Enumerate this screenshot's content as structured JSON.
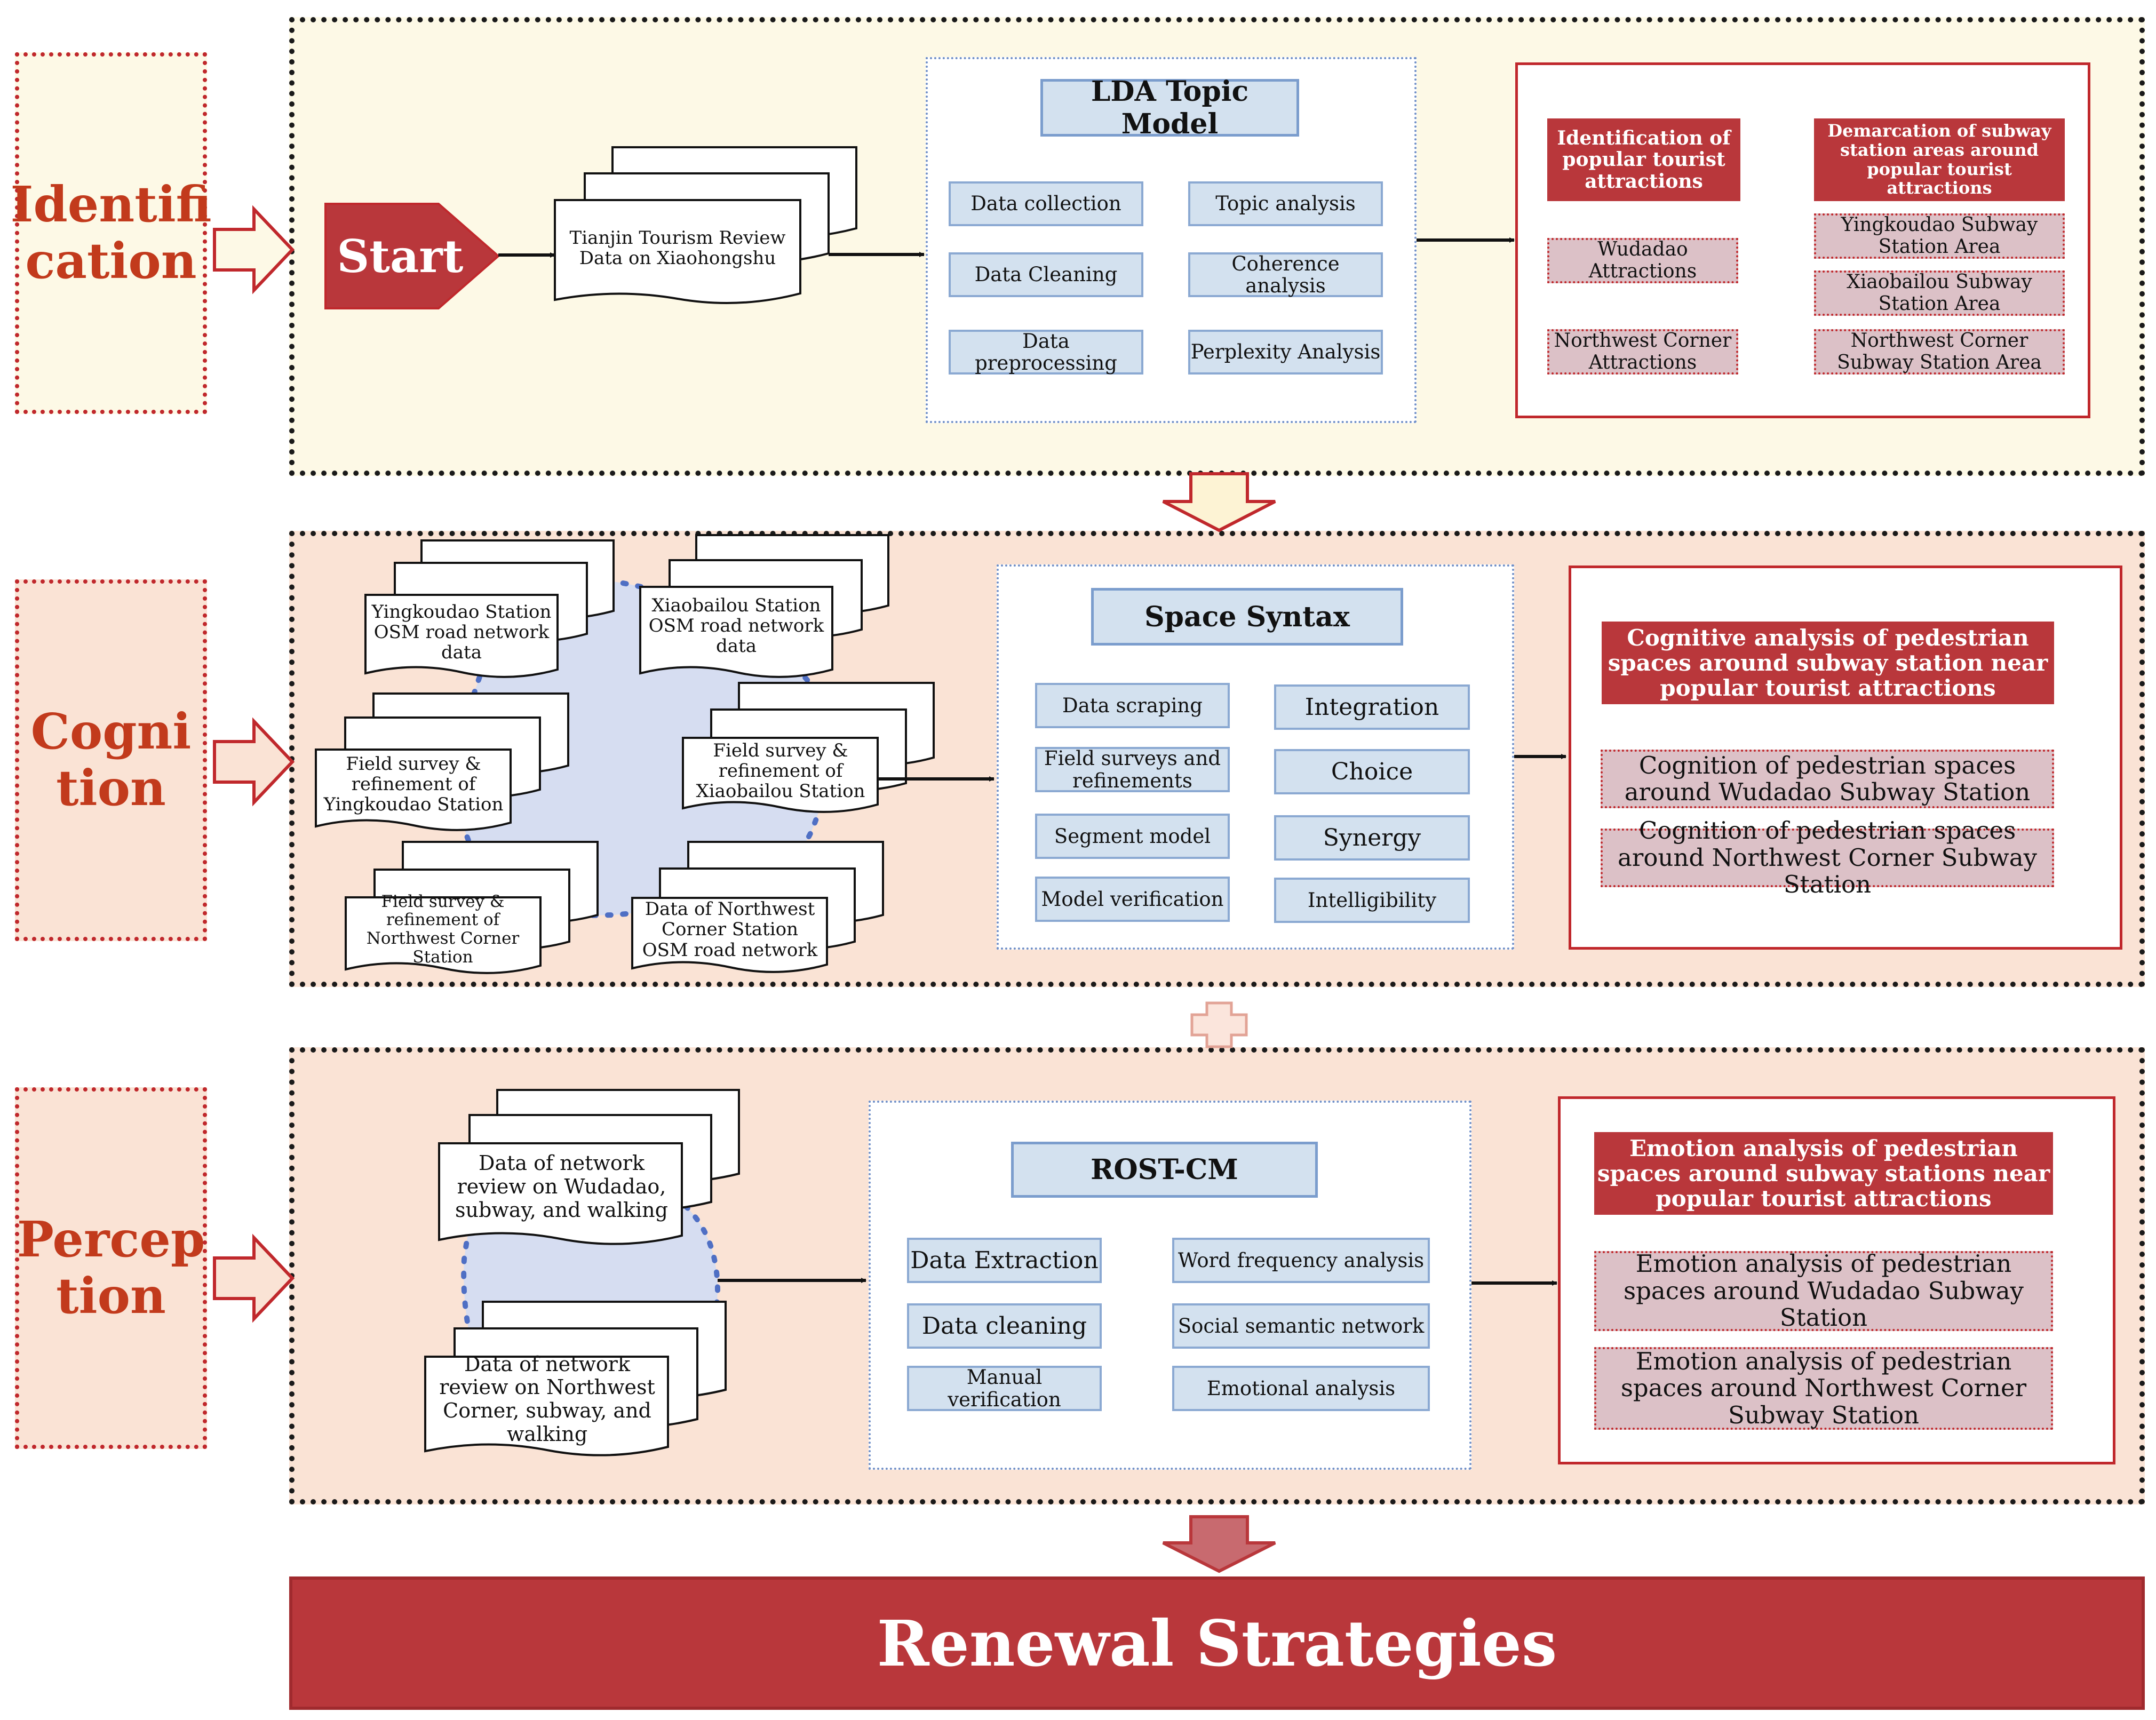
{
  "stage_labels": {
    "identification": "Identifi\ncation",
    "cognition": "Cogni\ntion",
    "perception": "Percep\ntion"
  },
  "identification": {
    "start": "Start",
    "source_doc": "Tianjin Tourism Review Data on Xiaohongshu",
    "method_title": "LDA Topic Model",
    "steps_left": [
      "Data collection",
      "Data Cleaning",
      "Data preprocessing"
    ],
    "steps_right": [
      "Topic analysis",
      "Coherence analysis",
      "Perplexity Analysis"
    ],
    "result_head_left": "Identification of popular tourist attractions",
    "result_head_right": "Demarcation of subway station areas around popular tourist attractions",
    "attraction_1": "Wudadao Attractions",
    "attraction_2": "Northwest Corner Attractions",
    "area_1": "Yingkoudao Subway Station Area",
    "area_2": "Xiaobailou Subway Station Area",
    "area_3": "Northwest Corner Subway Station Area"
  },
  "cognition": {
    "docs": [
      "Yingkoudao Station OSM road network data",
      "Xiaobailou Station OSM road network data",
      "Field survey & refinement of Yingkoudao Station",
      "Field survey & refinement of Xiaobailou Station",
      "Field survey & refinement of Northwest Corner Station",
      "Data of Northwest Corner Station OSM road network"
    ],
    "method_title": "Space Syntax",
    "steps_left": [
      "Data scraping",
      "Field surveys and refinements",
      "Segment model",
      "Model verification"
    ],
    "steps_right": [
      "Integration",
      "Choice",
      "Synergy",
      "Intelligibility"
    ],
    "result_head": "Cognitive analysis of pedestrian spaces around subway station near popular tourist attractions",
    "result_1": "Cognition of pedestrian spaces around Wudadao Subway Station",
    "result_2": "Cognition of pedestrian spaces around Northwest Corner Subway Station"
  },
  "perception": {
    "docs": [
      "Data of network review on Wudadao, subway, and walking",
      "Data of network review on Northwest Corner, subway, and walking"
    ],
    "method_title": "ROST-CM",
    "steps_left": [
      "Data Extraction",
      "Data cleaning",
      "Manual verification"
    ],
    "steps_right": [
      "Word frequency analysis",
      "Social semantic network",
      "Emotional analysis"
    ],
    "result_head": "Emotion analysis of pedestrian spaces around subway stations near popular tourist attractions",
    "result_1": "Emotion analysis of pedestrian spaces around Wudadao Subway Station",
    "result_2": "Emotion analysis of pedestrian spaces around Northwest Corner Subway Station"
  },
  "final": "Renewal Strategies",
  "colors": {
    "stage1_bg": "#fdf9e6",
    "stage_bg": "#fae3d5",
    "dark_red": "#b9373b",
    "label_red": "#c23a1c",
    "blue_fill": "#d3e1ef",
    "pink_fill": "#dcc1c7"
  }
}
